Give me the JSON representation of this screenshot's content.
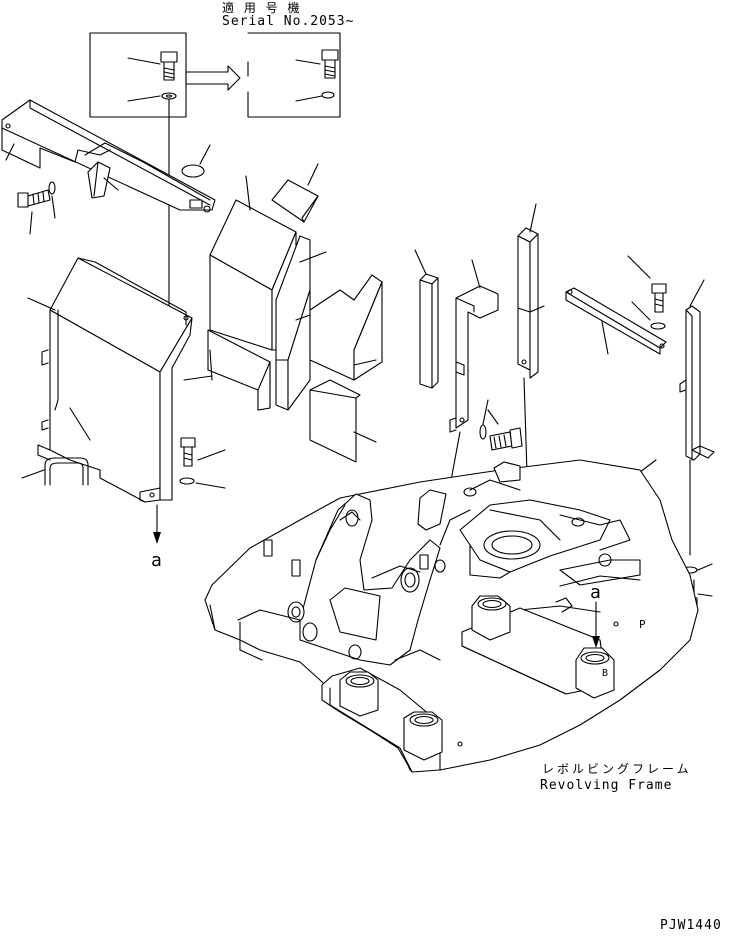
{
  "serial": {
    "applicable_jp": "適 用 号 機",
    "number": "Serial No.2053~"
  },
  "labels": {
    "view_marker_left": "a",
    "view_marker_right": "a",
    "small_mark_b": "B",
    "small_mark_p": "P"
  },
  "frame": {
    "name_jp": "レボルビングフレーム",
    "name_en": "Revolving Frame"
  },
  "drawing_code": "PJW1440"
}
